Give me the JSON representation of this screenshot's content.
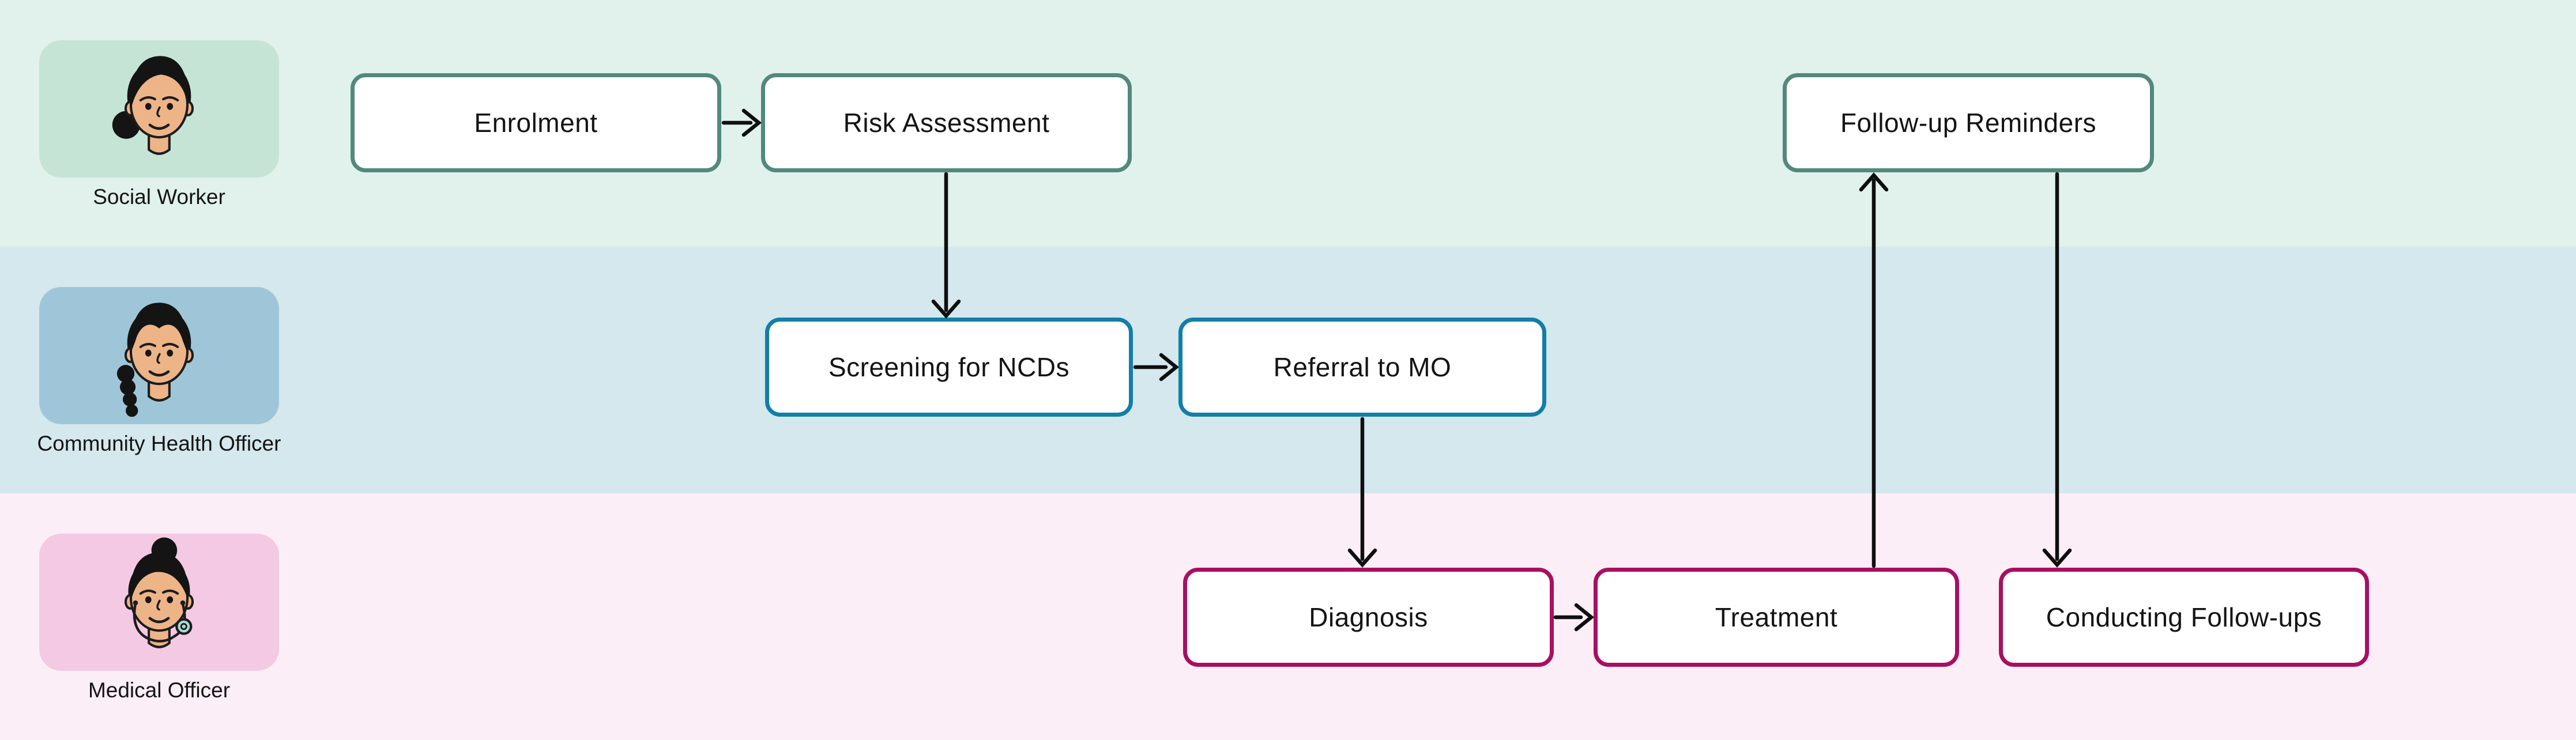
{
  "diagram_type": "swimlane-flowchart",
  "colors": {
    "arrow": "#0f0f0f",
    "node_fill": "#ffffff",
    "text": "#141414",
    "skin": "#edb488",
    "hair": "#141414",
    "stethoscope_chest": "#a8dbd6"
  },
  "lanes": {
    "social_worker": {
      "label": "Social Worker",
      "avatar_icon": "woman-side-bun-avatar-icon",
      "band_color": "#e1f1ec",
      "card_color": "#c6e4d6",
      "node_border_color": "#52897c"
    },
    "community_health_officer": {
      "label": "Community Health Officer",
      "avatar_icon": "woman-braid-avatar-icon",
      "band_color": "#d4e8ee",
      "card_color": "#9fc6d8",
      "node_border_color": "#117fa8"
    },
    "medical_officer": {
      "label": "Medical Officer",
      "avatar_icon": "woman-bun-stethoscope-avatar-icon",
      "band_color": "#fceef6",
      "card_color": "#f4c9e4",
      "node_border_color": "#a80f63"
    }
  },
  "nodes": {
    "enrolment": {
      "label": "Enrolment",
      "lane": "social_worker"
    },
    "risk_assessment": {
      "label": "Risk Assessment",
      "lane": "social_worker"
    },
    "follow_up_reminders": {
      "label": "Follow-up Reminders",
      "lane": "social_worker"
    },
    "screening_for_ncds": {
      "label": "Screening for NCDs",
      "lane": "community_health_officer"
    },
    "referral_to_mo": {
      "label": "Referral to MO",
      "lane": "community_health_officer"
    },
    "diagnosis": {
      "label": "Diagnosis",
      "lane": "medical_officer"
    },
    "treatment": {
      "label": "Treatment",
      "lane": "medical_officer"
    },
    "conducting_follow_ups": {
      "label": "Conducting Follow-ups",
      "lane": "medical_officer"
    }
  },
  "edges": [
    {
      "from": "enrolment",
      "to": "risk_assessment",
      "direction": "right"
    },
    {
      "from": "risk_assessment",
      "to": "screening_for_ncds",
      "direction": "down"
    },
    {
      "from": "screening_for_ncds",
      "to": "referral_to_mo",
      "direction": "right"
    },
    {
      "from": "referral_to_mo",
      "to": "diagnosis",
      "direction": "down"
    },
    {
      "from": "diagnosis",
      "to": "treatment",
      "direction": "right"
    },
    {
      "from": "treatment",
      "to": "follow_up_reminders",
      "direction": "up"
    },
    {
      "from": "follow_up_reminders",
      "to": "conducting_follow_ups",
      "direction": "down"
    }
  ]
}
